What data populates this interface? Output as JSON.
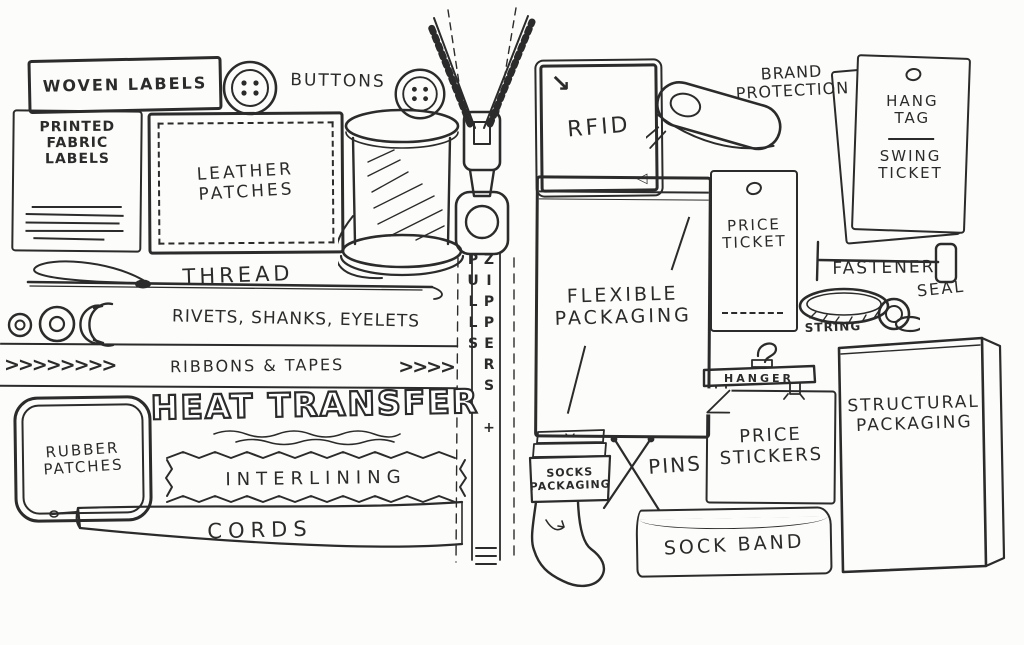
{
  "colors": {
    "ink": "#2b2b2b",
    "paper": "#fcfcfa"
  },
  "labels": {
    "woven_labels": "WOVEN LABELS",
    "buttons": "BUTTONS",
    "printed_fabric_labels": "PRINTED\nFABRIC\nLABELS",
    "leather_patches": "LEATHER\nPATCHES",
    "thread": "THREAD",
    "rivets_shanks_eyelets": "RIVETS, SHANKS, EYELETS",
    "ribbons_tapes": "RIBBONS & TAPES",
    "chevrons_left": ">>>>>>>>",
    "chevrons_right": ">>>>",
    "heat_transfer": "HEAT TRANSFER",
    "rubber_patches": "RUBBER\nPATCHES",
    "interlining": "INTERLINING",
    "cords": "CORDS",
    "zippers_pulls": "ZIPPERS + PULLS",
    "rfid": "RFID",
    "rfid_arrow_in": "↘",
    "rfid_arrow_corner": "◁",
    "flexible_packaging": "FLEXIBLE\nPACKAGING",
    "socks_packaging": "SOCKS\nPACKAGING",
    "pins": "PINS",
    "sock_band": "SOCK BAND",
    "brand_protection": "BRAND\nPROTECTION",
    "hang_tag": "HANG\nTAG",
    "swing_ticket": "SWING\nTICKET",
    "price_ticket": "PRICE\nTICKET",
    "fastener": "FASTENER",
    "seal": "SEAL",
    "string": "STRING",
    "hanger": "HANGER",
    "price_stickers": "PRICE\nSTICKERS",
    "structural_packaging": "STRUCTURAL\nPACKAGING"
  }
}
